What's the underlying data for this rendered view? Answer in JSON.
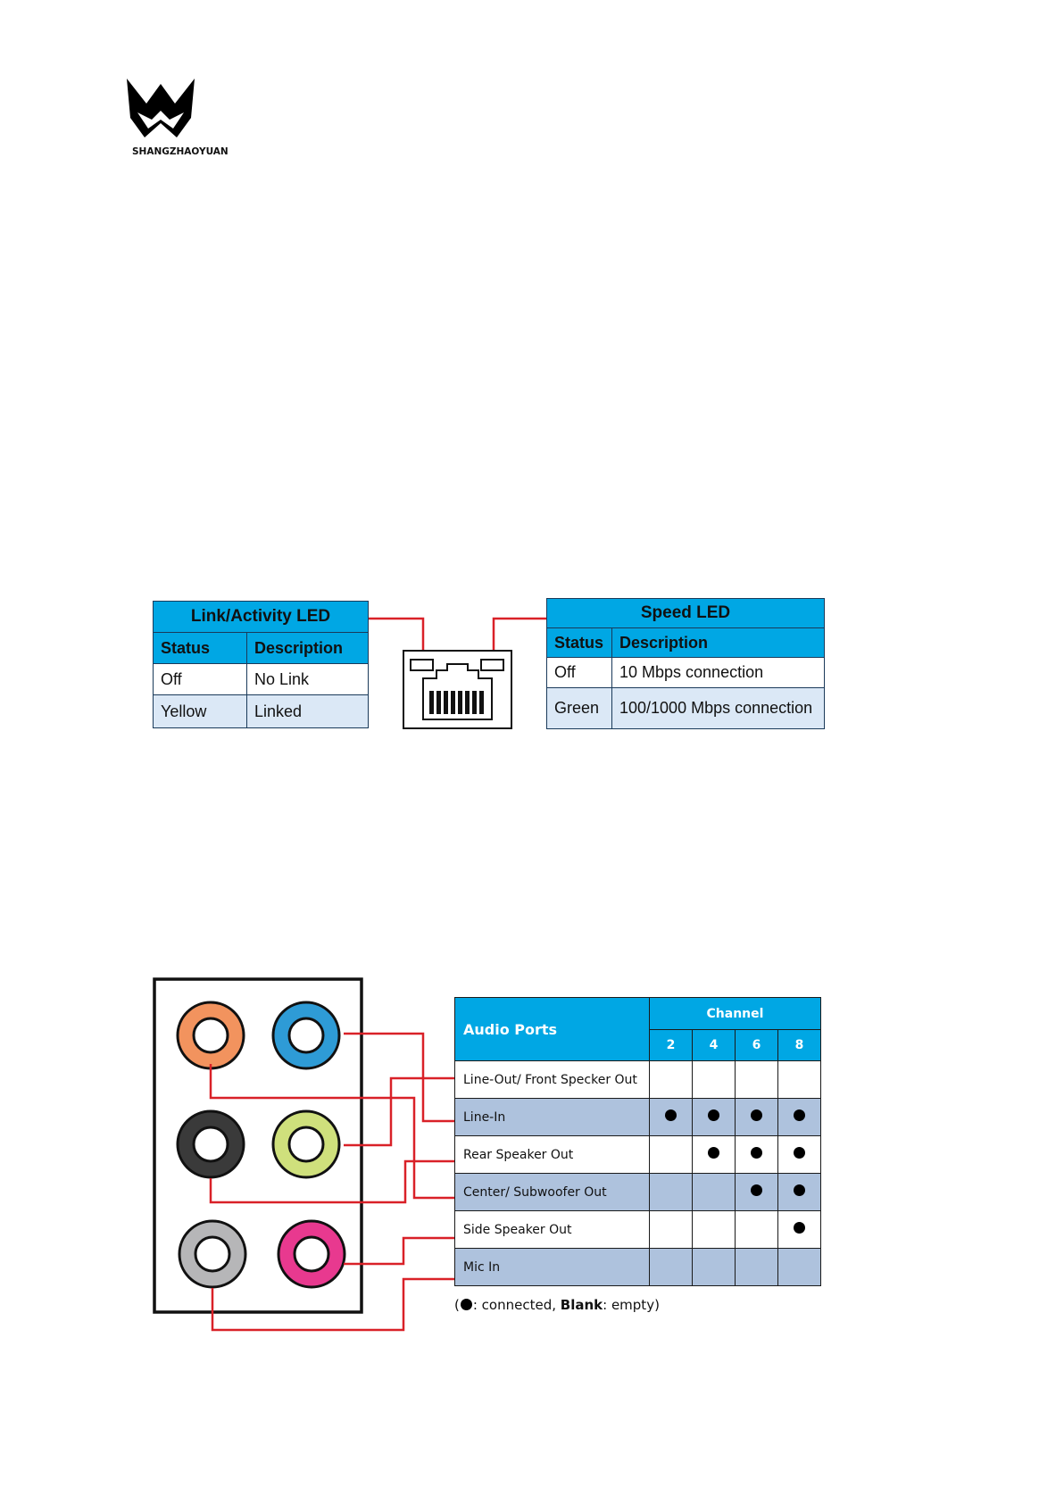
{
  "brand": {
    "name": "SHANGZHAOYUAN",
    "colors": {
      "accent": "#00a7e4",
      "row_alt": "#dbe8f6",
      "audio_row_alt": "#aec2dd",
      "wire": "#d92128"
    }
  },
  "lan": {
    "link_led": {
      "title": "Link/Activity LED",
      "headers": [
        "Status",
        "Description"
      ],
      "rows": [
        [
          "Off",
          "No Link"
        ],
        [
          "Yellow",
          "Linked"
        ]
      ]
    },
    "speed_led": {
      "title": "Speed LED",
      "headers": [
        "Status",
        "Description"
      ],
      "rows": [
        [
          "Off",
          "10 Mbps connection"
        ],
        [
          "Green",
          "100/1000 Mbps connection"
        ]
      ]
    },
    "port_icon": "rj45-port-icon"
  },
  "audio": {
    "header": {
      "ports": "Audio Ports",
      "channel": "Channel",
      "channels": [
        "2",
        "4",
        "6",
        "8"
      ]
    },
    "rows": [
      {
        "label": "Line-Out/ Front Specker Out",
        "cells": [
          false,
          false,
          false,
          false
        ]
      },
      {
        "label": "Line-In",
        "cells": [
          true,
          true,
          true,
          true
        ]
      },
      {
        "label": "Rear Speaker Out",
        "cells": [
          false,
          true,
          true,
          true
        ]
      },
      {
        "label": "Center/ Subwoofer Out",
        "cells": [
          false,
          false,
          true,
          true
        ]
      },
      {
        "label": "Side Speaker Out",
        "cells": [
          false,
          false,
          false,
          true
        ]
      },
      {
        "label": "Mic In",
        "cells": [
          false,
          false,
          false,
          false
        ]
      }
    ],
    "legend": {
      "open": "(",
      "connected": ": connected, ",
      "blank_bold": "Blank",
      "blank": ": empty)"
    },
    "jacks": [
      {
        "name": "orange-audio-jack",
        "color": "#f2935e"
      },
      {
        "name": "blue-audio-jack",
        "color": "#2e9bd6"
      },
      {
        "name": "black-audio-jack",
        "color": "#3a3a3a"
      },
      {
        "name": "lime-audio-jack",
        "color": "#cfe07c"
      },
      {
        "name": "gray-audio-jack",
        "color": "#b6b6b8"
      },
      {
        "name": "pink-audio-jack",
        "color": "#e8398f"
      }
    ]
  }
}
